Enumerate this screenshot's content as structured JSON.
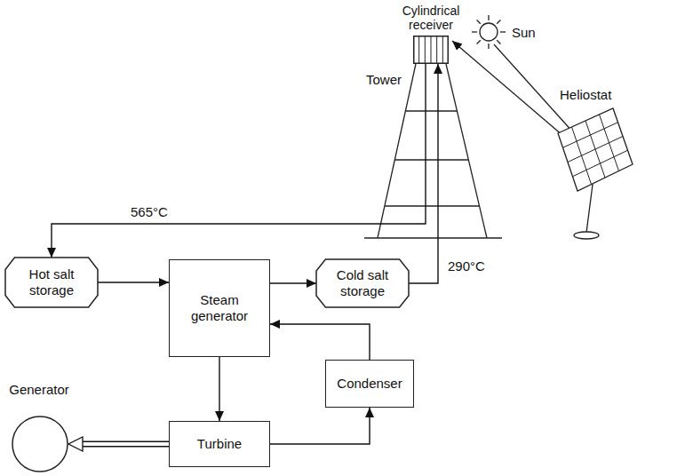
{
  "diagram": {
    "nodes": [
      {
        "text": [
          "Cylindrical receiver"
        ]
      },
      {
        "text": [
          "Hot salt storage"
        ]
      },
      {
        "text": [
          "Steam generator"
        ]
      },
      {
        "text": [
          "Cold salt storage"
        ]
      },
      {
        "text": [
          "Condenser"
        ]
      },
      {
        "text": [
          "Turbine"
        ]
      },
      {
        "text": [
          "Generator"
        ]
      }
    ],
    "edges": [
      {
        "from": 0,
        "to": 1,
        "arrow": "to",
        "label": "565°C"
      },
      {
        "from": 1,
        "to": 2,
        "arrow": "to"
      },
      {
        "from": 2,
        "to": 3,
        "arrow": "to"
      },
      {
        "from": 3,
        "to": 0,
        "arrow": "to",
        "label": "290°C"
      },
      {
        "from": 2,
        "to": 5,
        "arrow": "to"
      },
      {
        "from": 5,
        "to": 4,
        "arrow": "to"
      },
      {
        "from": 4,
        "to": 2,
        "arrow": "to"
      },
      {
        "from": 5,
        "to": 6,
        "arrow": "to"
      }
    ],
    "labels": [
      "Tower",
      "Sun",
      "Heliostat"
    ]
  }
}
